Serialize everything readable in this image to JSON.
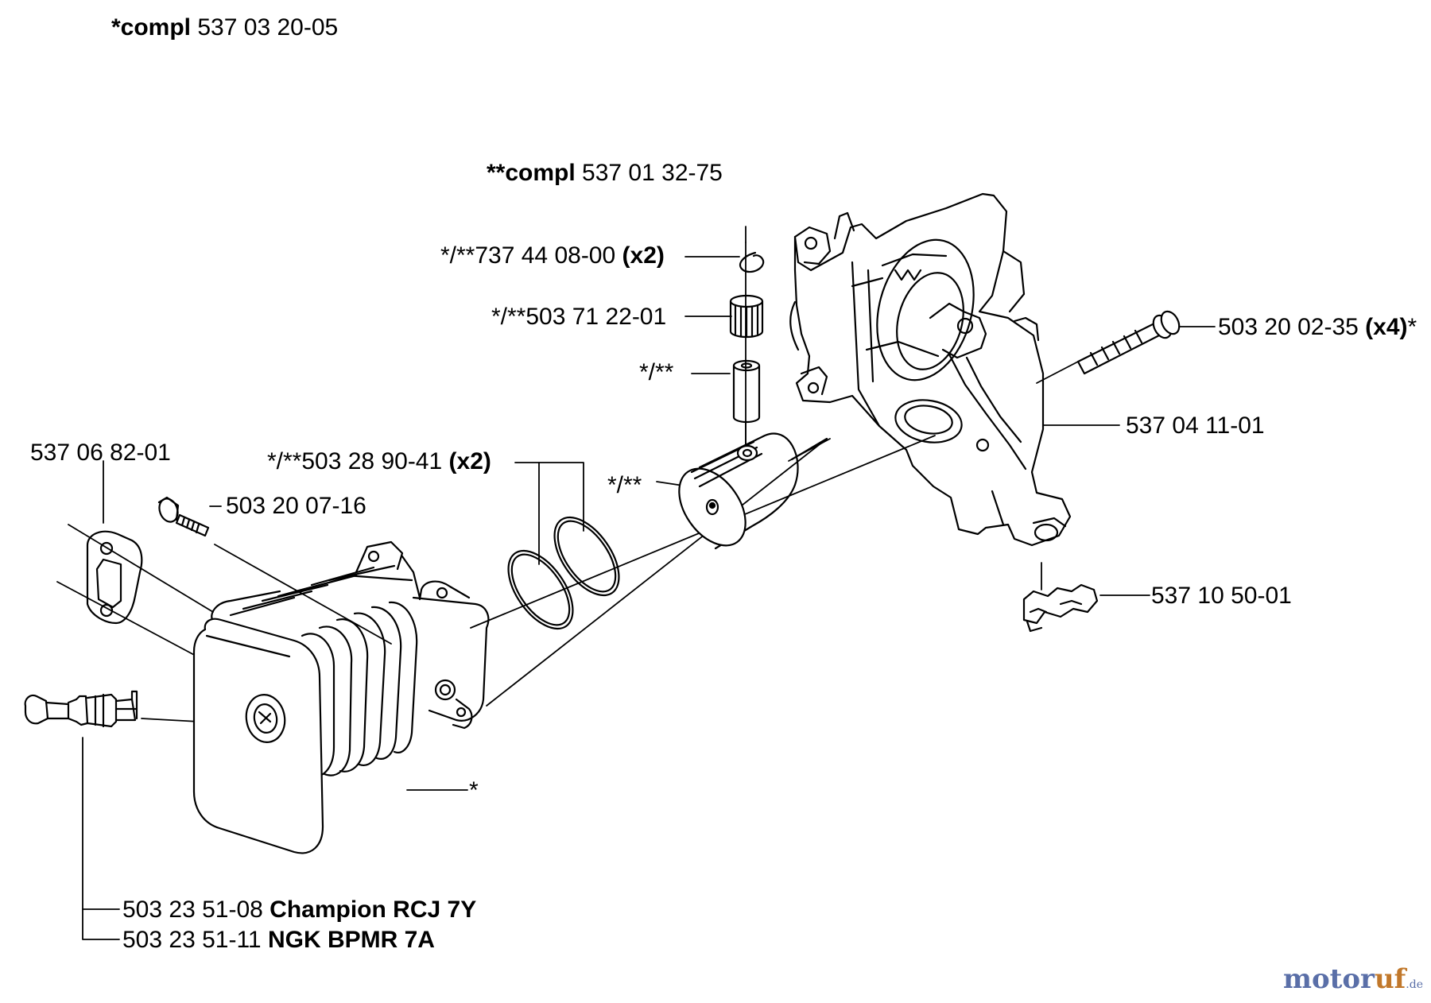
{
  "labels": {
    "compl_main": {
      "prefix": "*compl",
      "code": "537 03 20-05"
    },
    "compl_sub": {
      "prefix": "**compl",
      "code": "537 01 32-75"
    },
    "circlip": {
      "code": "*/**737 44 08-00",
      "qty": "(x2)"
    },
    "needle_bearing": {
      "code": "*/**503 71 22-01"
    },
    "piston_pin": {
      "code": "*/**"
    },
    "piston_rings": {
      "code": "*/**503 28 90-41",
      "qty": "(x2)"
    },
    "piston": {
      "code": "*/**"
    },
    "crankcase_screw": {
      "code": "503 20 02-35",
      "qty": "(x4)",
      "suffix": "*"
    },
    "crankcase": {
      "code": "537 04 11-01"
    },
    "exhaust_gasket": {
      "code": "537 06 82-01"
    },
    "muffler_screw": {
      "code": "503 20 07-16"
    },
    "clip": {
      "code": "537 10 50-01"
    },
    "cylinder": {
      "code": "*"
    },
    "spark_plug_1": {
      "code": "503 23 51-08",
      "brand": "Champion RCJ 7Y"
    },
    "spark_plug_2": {
      "code": "503 23 51-11",
      "brand": "NGK BPMR 7A"
    }
  },
  "watermark": {
    "brand_a": "motor",
    "brand_b": "uf",
    "tld": ".de"
  }
}
